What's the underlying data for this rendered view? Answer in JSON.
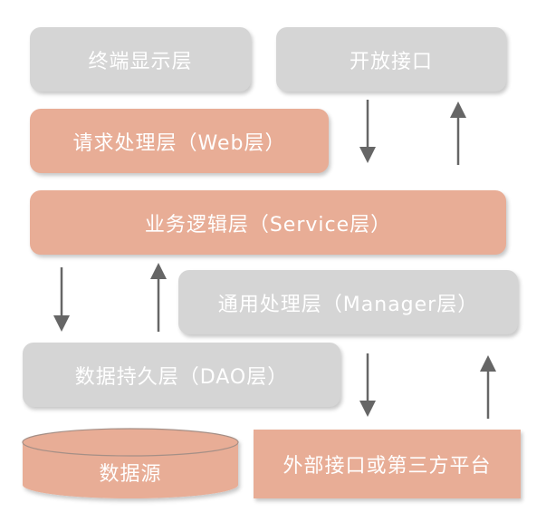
{
  "layers": {
    "terminal": "终端显示层",
    "open_api": "开放接口",
    "web": "请求处理层（Web层）",
    "service": "业务逻辑层（Service层）",
    "manager": "通用处理层（Manager层）",
    "dao": "数据持久层（DAO层）",
    "datasource": "数据源",
    "external": "外部接口或第三方平台"
  },
  "colors": {
    "gray": "#d5d5d5",
    "salmon": "#e8ad96",
    "arrow": "#666666"
  }
}
